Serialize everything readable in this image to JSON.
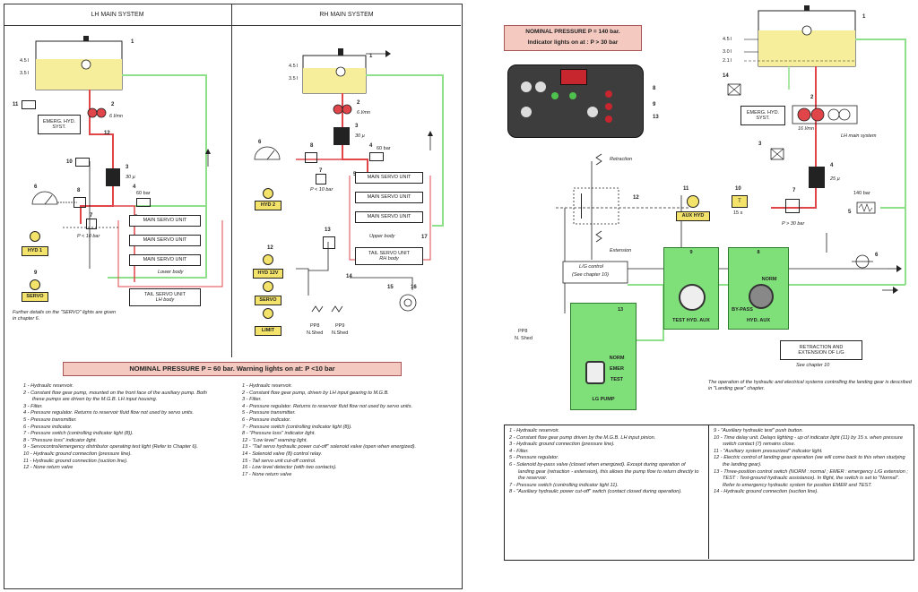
{
  "left_page": {
    "lh_header": "LH MAIN SYSTEM",
    "rh_header": "RH MAIN SYSTEM",
    "lh": {
      "level_45": "4.5 l",
      "level_35": "3.5 l",
      "emerg": "EMERG. HYD. SYST.",
      "flow": "6 l/mn",
      "filter": "30 µ",
      "pressure": "60 bar",
      "p_switch": "P < 10 bar",
      "servo_units": [
        "MAIN SERVO UNIT",
        "MAIN SERVO UNIT",
        "MAIN SERVO UNIT"
      ],
      "lower_body": "Lower body",
      "tail_servo": "TAIL SERVO UNIT",
      "lh_body": "LH body",
      "hyd1": "HYD 1",
      "servo": "SERVO",
      "note": "Further details on the \"SERVO\" lights are given in chapter 6.",
      "numbers": [
        "1",
        "2",
        "12",
        "10",
        "3",
        "6",
        "8",
        "4",
        "7",
        "5",
        "9",
        "11"
      ]
    },
    "rh": {
      "level_45": "4.5 l",
      "level_35": "3.5 l",
      "flow": "6 l/mn",
      "filter": "30 µ",
      "pressure": "60 bar",
      "p_switch": "P < 10 bar",
      "servo_units": [
        "MAIN SERVO UNIT",
        "MAIN SERVO UNIT",
        "MAIN SERVO UNIT"
      ],
      "upper_body": "Upper body",
      "tail_servo": "TAIL SERVO UNIT",
      "rh_body": "RH body",
      "hyd2": "HYD 2",
      "hyd12v": "HYD 12V",
      "servo": "SERVO",
      "limit": "LIMIT",
      "pp8": "PP8",
      "pp9": "PP9",
      "nshed1": "N.Shed",
      "nshed2": "N.Shed",
      "numbers": [
        "1",
        "2",
        "3",
        "6",
        "8",
        "7",
        "4",
        "5",
        "13",
        "14",
        "15",
        "16",
        "17",
        "12"
      ]
    },
    "banner": "NOMINAL PRESSURE P = 60 bar. Warning lights on at: P <10 bar",
    "legend_left": [
      "1 - Hydraulic reservoir.",
      "2 - Constant flow gear pump, mounted on the front face of the auxiliary pump. Both these pumps are driven by the M.G.B. LH input housing.",
      "3 - Filter.",
      "4 - Pressure regulator. Returns to reservoir fluid flow not used by servo units.",
      "5 - Pressure transmitter.",
      "6 - Pressure indicator.",
      "7 - Pressure switch (controlling indicator light (8)).",
      "8 - \"Pressure loss\" indicator light.",
      "9 - Servocontrol/emergency distributor operating test light (Refer to Chapter 6).",
      "10 - Hydraulic ground connection (pressure line).",
      "11 - Hydraulic ground connection (suction line).",
      "12 - None return valve"
    ],
    "legend_right": [
      "1 - Hydraulic reservoir.",
      "2 - Constant flow gear pump, driven by LH input gearing to M.G.B.",
      "3 - Filter.",
      "4 - Pressure regulator. Returns to reservoir fluid flow not used by servo units.",
      "5 - Pressure transmitter.",
      "6 - Pressure indicator.",
      "7 - Pressure switch (controlling indicator light (8)).",
      "8 - \"Pressure loss\" indicator light.",
      "12 - \"Low level\" warning light.",
      "13 - \"Tail servo hydraulic power cut-off\" solenoid valve (open when energized).",
      "14 - Solenoid valve (8) control relay.",
      "15 - Tail servo unit cut-off control.",
      "16 - Low level detector (with two contacts).",
      "17 - None return valve"
    ]
  },
  "right_page": {
    "banner_line1": "NOMINAL PRESSURE P = 140 bar.",
    "banner_line2": "Indicator lights on at : P > 30 bar",
    "level_45": "4.5 l",
    "level_30": "3.0 l",
    "level_21": "2.1 l",
    "emerg": "EMERG. HYD. SYST.",
    "flow": "16 l/mn",
    "lh_main": "LH main system",
    "filter": "25 µ",
    "pressure": "140 bar",
    "p_switch": "P > 30 bar",
    "delay": "15 s",
    "aux_hyd": "AUX HYD",
    "retraction": "Retraction",
    "extension": "Extension",
    "lg_control_1": "L/G control",
    "lg_control_2": "(See chapter 10)",
    "test_hyd_aux": "TEST HYD. AUX",
    "hyd_aux": "HYD. AUX",
    "norm": "NORM",
    "bypass": "BY-PASS",
    "emer": "EMER",
    "test": "TEST",
    "lg_pump": "LG PUMP",
    "pp8": "PP8",
    "nshed": "N. Shed",
    "retract_box_1": "RETRACTION AND",
    "retract_box_2": "EXTENSION OF L/G",
    "see_ch10": "See chapter 10",
    "operation_note": "The operation of the hydraulic and electrical systems controlling the landing gear is described in \"Landing gear\" chapter.",
    "numbers": [
      "1",
      "2",
      "3",
      "4",
      "5",
      "6",
      "7",
      "8",
      "9",
      "10",
      "11",
      "12",
      "13",
      "14"
    ],
    "legend_left": [
      "1 - Hydraulic reservoir.",
      "2 - Constant flow gear pump driven by the M.G.B. LH input pinion.",
      "3 - Hydraulic ground connection (pressure line).",
      "4 - Filter.",
      "5 - Pressure regulator.",
      "6 - Solenoid by-pass valve (closed when energized). Except during operation of landing gear (retraction - extension), this allows the pump flow to return directly to the reservoir.",
      "7 - Pressure switch (controlling indicator light 11).",
      "8 - \"Auxiliary hydraulic power cut-off\" switch (contact closed during operation)."
    ],
    "legend_right": [
      "9 - \"Auxiliary hydraulic test\" push button.",
      "10 - Time delay unit. Delays lighting - up of indicator light (11) by 15 s. when pressure switch contact (7) remains close.",
      "11 - \"Auxiliary system pressurized\" indicator light.",
      "12 - Electric control of landing gear operation (we will come back to this when studying the landing gear).",
      "13 - Three-position control switch (NORM : normal ; EMER : emergency L/G extension ; TEST : Test-ground hydraulic assistance). In flight, the switch is set to \"Normal\". Refer to emergency hydraulic system for position EMER and TEST.",
      "14 - Hydraulic ground connection (suction line)."
    ]
  },
  "colors": {
    "pressure_line": "#e0454a",
    "return_line": "#8ee08a",
    "reservoir": "#f6ee9a",
    "warning_light": "#f4e36a",
    "green_panel": "#7fe07a",
    "banner": "#f3c9c0"
  },
  "icons": [
    "gauge-icon",
    "warning-light-icon",
    "pump-icon",
    "filter-icon",
    "switch-icon",
    "ground-connection-icon",
    "push-button-icon",
    "rotary-switch-icon"
  ]
}
